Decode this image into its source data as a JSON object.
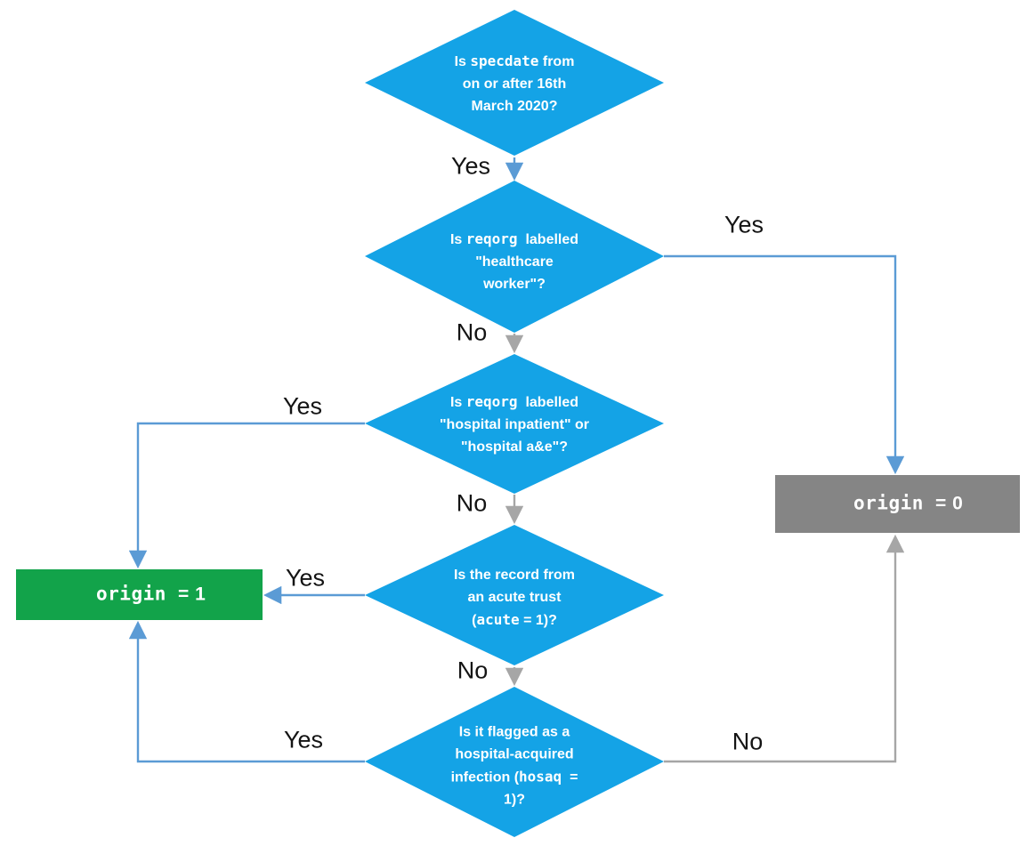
{
  "colors": {
    "diamond_fill": "#14A3E6",
    "yes_edge": "#5B9BD5",
    "no_edge": "#A6A6A6",
    "origin1_fill": "#12A34A",
    "origin0_fill": "#858585",
    "node_text": "#FFFFFF",
    "edge_label_text": "#141414"
  },
  "nodes": {
    "d1": {
      "l1a": "Is ",
      "l1b": "specdate",
      "l1c": " from",
      "l2": "on or after 16th",
      "l3": "March 2020?"
    },
    "d2": {
      "l1a": "Is ",
      "l1b": "reqorg",
      "l1c": "  labelled",
      "l2": "\"healthcare",
      "l3": "worker\"?"
    },
    "d3": {
      "l1a": "Is ",
      "l1b": "reqorg",
      "l1c": "  labelled",
      "l2": "\"hospital inpatient\" or",
      "l3": "\"hospital a&e\"?"
    },
    "d4": {
      "l1": "Is the record from",
      "l2": "an acute trust",
      "l3a": "(",
      "l3b": "acute",
      "l3c": " = 1)?"
    },
    "d5": {
      "l1": "Is it flagged as a",
      "l2": "hospital-acquired",
      "l3a": "infection (",
      "l3b": "hosaq",
      "l3c": "  =",
      "l4": "1)?"
    },
    "origin1": {
      "var": "origin ",
      "val": "= 1"
    },
    "origin0": {
      "var": "origin ",
      "val": "= 0"
    }
  },
  "edges": [
    {
      "from": "specdate-after-16-march-2020",
      "to": "healthcare-worker",
      "label": "Yes"
    },
    {
      "from": "healthcare-worker",
      "to": "origin-0",
      "label": "Yes"
    },
    {
      "from": "healthcare-worker",
      "to": "hospital-inpatient-or-ae",
      "label": "No"
    },
    {
      "from": "hospital-inpatient-or-ae",
      "to": "origin-1",
      "label": "Yes"
    },
    {
      "from": "hospital-inpatient-or-ae",
      "to": "acute-trust",
      "label": "No"
    },
    {
      "from": "acute-trust",
      "to": "origin-1",
      "label": "Yes"
    },
    {
      "from": "acute-trust",
      "to": "hospital-acquired-infection",
      "label": "No"
    },
    {
      "from": "hospital-acquired-infection",
      "to": "origin-1",
      "label": "Yes"
    },
    {
      "from": "hospital-acquired-infection",
      "to": "origin-0",
      "label": "No"
    }
  ]
}
